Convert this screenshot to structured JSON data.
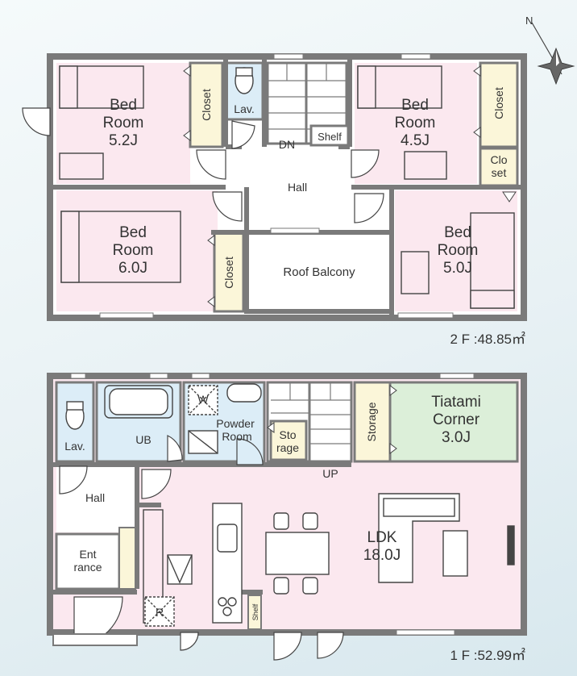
{
  "floor2": {
    "area_label": "2 F :48.85㎡",
    "rooms": {
      "bed_nw": {
        "name": "Bed",
        "name2": "Room",
        "size": "5.2J"
      },
      "bed_ne": {
        "name": "Bed",
        "name2": "Room",
        "size": "4.5J"
      },
      "bed_sw": {
        "name": "Bed",
        "name2": "Room",
        "size": "6.0J"
      },
      "bed_se": {
        "name": "Bed",
        "name2": "Room",
        "size": "5.0J"
      },
      "closet_nw": "Closet",
      "closet_ne": "Closet",
      "closet_sw": "Closet",
      "closet_small_1": "Clo",
      "closet_small_2": "set",
      "lav": "Lav.",
      "shelf": "Shelf",
      "dn": "DN",
      "hall": "Hall",
      "roof_balcony": "Roof Balcony"
    }
  },
  "floor1": {
    "area_label": "1 F :52.99㎡",
    "rooms": {
      "lav": "Lav.",
      "ub": "UB",
      "w": "W",
      "powder_1": "Powder",
      "powder_2": "Room",
      "storage_1": "Sto",
      "storage_2": "rage",
      "storage_v": "Storage",
      "tatami_1": "Tiatami",
      "tatami_2": "Corner",
      "tatami_3": "3.0J",
      "up": "UP",
      "hall": "Hall",
      "entrance_1": "Ent",
      "entrance_2": "rance",
      "ldk_1": "LDK",
      "ldk_2": "18.0J",
      "r": "R",
      "shelf": "Shelf"
    }
  },
  "colors": {
    "wall": "#7a7a7a",
    "bedroom": "#fbe8ef",
    "closet": "#fbf6d9",
    "lav": "#dcedf7",
    "tatami": "#dcefd9",
    "ldk": "#fbe8ef",
    "hall": "#ffffff"
  }
}
